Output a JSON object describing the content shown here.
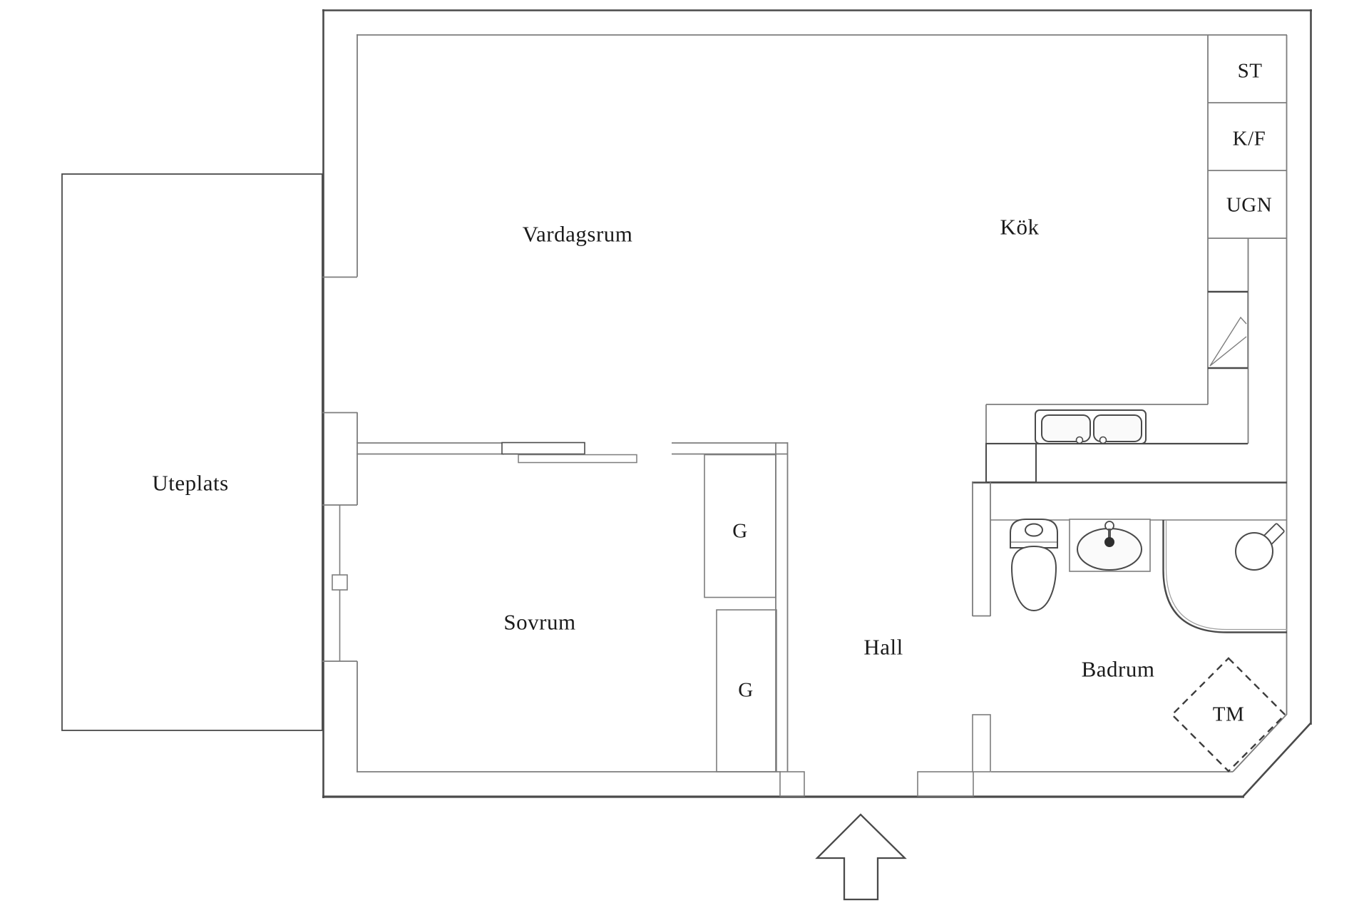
{
  "floorplan": {
    "labels": {
      "vardagsrum": "Vardagsrum",
      "kok": "Kök",
      "uteplats": "Uteplats",
      "sovrum": "Sovrum",
      "hall": "Hall",
      "badrum": "Badrum",
      "closet_upper": "G",
      "closet_lower": "G",
      "st": "ST",
      "kf": "K/F",
      "ugn": "UGN",
      "tm": "TM"
    },
    "colors": {
      "wall_dark": "#4a4a4a",
      "wall_mid": "#7d7d7d",
      "line_light": "#9e9e9e",
      "text": "#1b1b1b",
      "bg": "#ffffff"
    },
    "icons": {
      "entrance": "entrance-arrow-icon",
      "washing_machine": "washing-machine-icon",
      "kitchen_sink": "kitchen-sink-icon",
      "bathroom_sink": "bathroom-sink-icon",
      "toilet": "toilet-icon",
      "shower": "shower-icon",
      "window": "window-icon",
      "sliding_door": "sliding-door-icon",
      "corner_cabinet": "corner-cabinet-icon"
    }
  }
}
